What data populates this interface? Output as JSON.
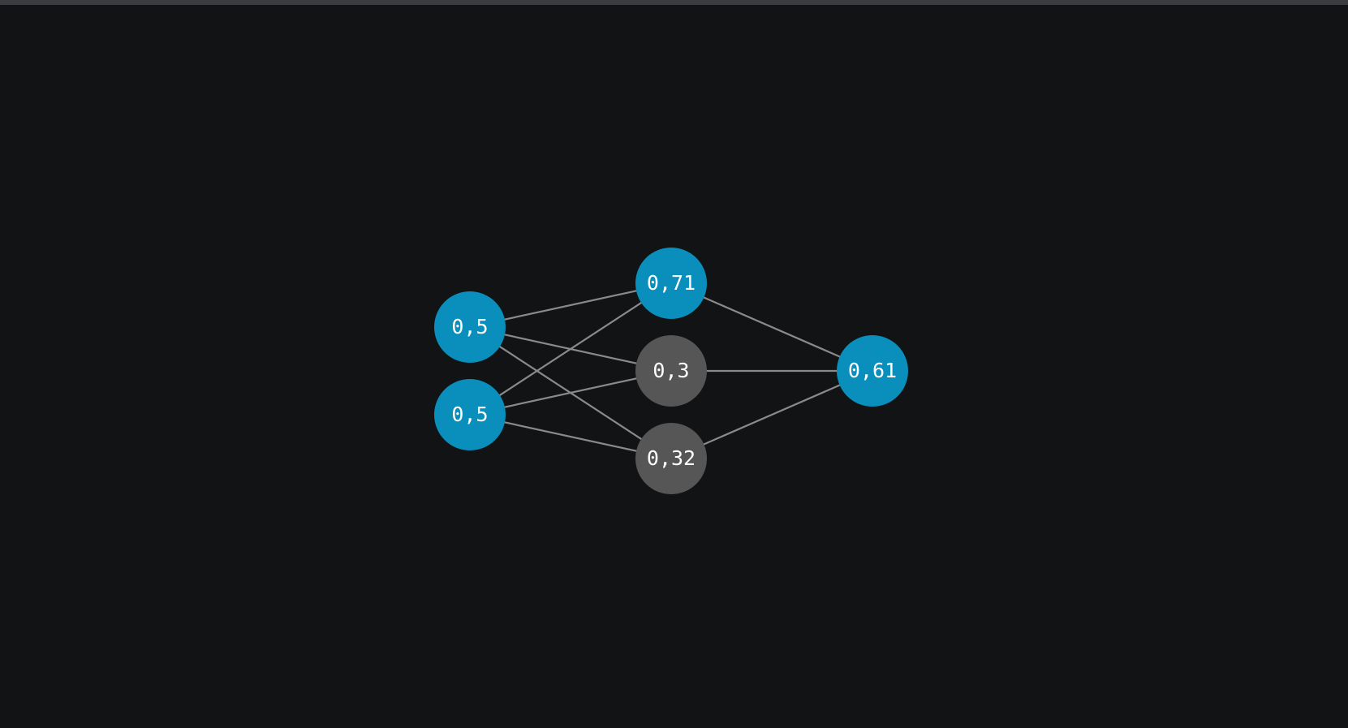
{
  "colors": {
    "background": "#111315",
    "active_node": "#0a8fbd",
    "inactive_node": "#565656",
    "edge": "#8a8a8a",
    "text": "#ffffff"
  },
  "network": {
    "layers": [
      {
        "name": "input",
        "nodes": [
          {
            "id": "in1",
            "label": "0,5",
            "active": true
          },
          {
            "id": "in2",
            "label": "0,5",
            "active": true
          }
        ]
      },
      {
        "name": "hidden",
        "nodes": [
          {
            "id": "h1",
            "label": "0,71",
            "active": true
          },
          {
            "id": "h2",
            "label": "0,3",
            "active": false
          },
          {
            "id": "h3",
            "label": "0,32",
            "active": false
          }
        ]
      },
      {
        "name": "output",
        "nodes": [
          {
            "id": "out1",
            "label": "0,61",
            "active": true
          }
        ]
      }
    ],
    "edges": [
      [
        "in1",
        "h1"
      ],
      [
        "in1",
        "h2"
      ],
      [
        "in1",
        "h3"
      ],
      [
        "in2",
        "h1"
      ],
      [
        "in2",
        "h2"
      ],
      [
        "in2",
        "h3"
      ],
      [
        "h1",
        "out1"
      ],
      [
        "h2",
        "out1"
      ],
      [
        "h3",
        "out1"
      ]
    ]
  }
}
